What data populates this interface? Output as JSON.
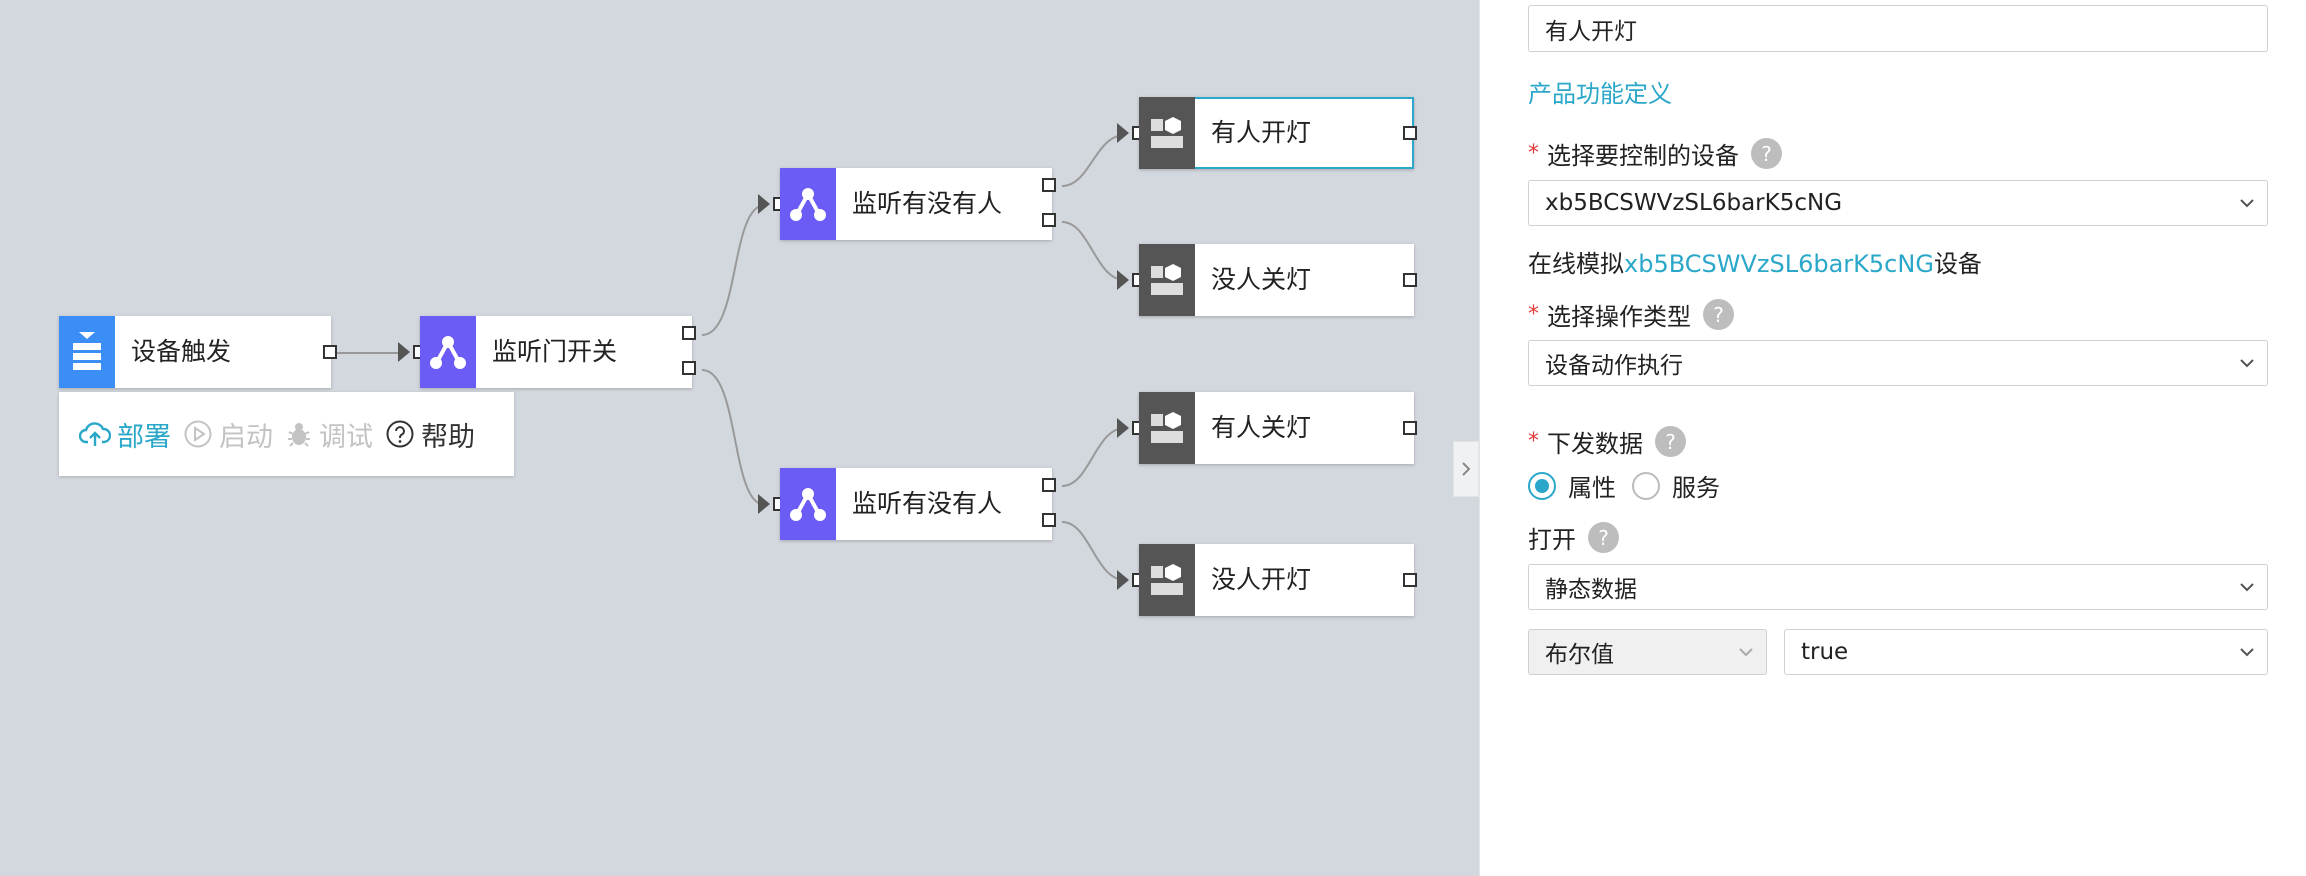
{
  "canvas": {
    "nodes": {
      "trigger": {
        "label": "设备触发"
      },
      "door_listener": {
        "label": "监听门开关"
      },
      "listener_top": {
        "label": "监听有没有人"
      },
      "listener_bottom": {
        "label": "监听有没有人"
      },
      "action1": {
        "label": "有人开灯"
      },
      "action2": {
        "label": "没人关灯"
      },
      "action3": {
        "label": "有人关灯"
      },
      "action4": {
        "label": "没人开灯"
      }
    },
    "toolbar": {
      "deploy": "部署",
      "start": "启动",
      "debug": "调试",
      "help": "帮助"
    }
  },
  "panel": {
    "name_value": "有人开灯",
    "section_link": "产品功能定义",
    "device_label": "选择要控制的设备",
    "device_value": "xb5BCSWVzSL6barK5cNG",
    "simulate_prefix": "在线模拟",
    "simulate_device": "xb5BCSWVzSL6barK5cNG",
    "simulate_suffix": "设备",
    "op_type_label": "选择操作类型",
    "op_type_value": "设备动作执行",
    "send_data_label": "下发数据",
    "radio_attr": "属性",
    "radio_service": "服务",
    "open_label": "打开",
    "data_source_value": "静态数据",
    "data_type_value": "布尔值",
    "bool_value": "true",
    "help_glyph": "?"
  },
  "colors": {
    "accent": "#2aa7c9",
    "trigger": "#3a8ef5",
    "listener": "#6b5cf6",
    "action": "#555555",
    "required": "#e43b3b"
  }
}
